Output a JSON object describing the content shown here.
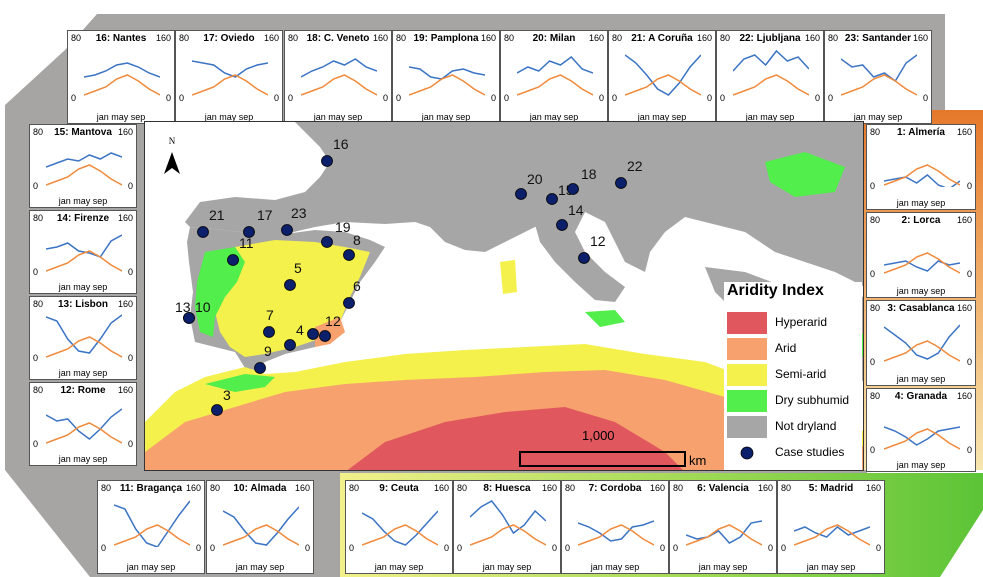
{
  "legend": {
    "title": "Aridity Index",
    "items": [
      {
        "label": "Hyperarid",
        "color": "#e0585e"
      },
      {
        "label": "Arid",
        "color": "#f7a26e"
      },
      {
        "label": "Semi-arid",
        "color": "#f4f04c"
      },
      {
        "label": "Dry subhumid",
        "color": "#52ee4c"
      },
      {
        "label": "Not dryland",
        "color": "#a6a6a6"
      },
      {
        "label": "Case studies",
        "color": "#0b1f6b"
      }
    ]
  },
  "scale": {
    "label": "1,000",
    "unit": "km"
  },
  "north": "N",
  "axis": {
    "y_left_max": "80",
    "y_right_max": "160",
    "y_min": "0",
    "x_labels": "jan may sep"
  },
  "colors": {
    "blue_line": "#3b74c4",
    "orange_line": "#f08a3c",
    "top_band": "#a7a4a4",
    "right_band": "#e6782a",
    "bottom_band": "#6cc43d"
  },
  "sites": [
    {
      "id": "1",
      "name": "1: Almería"
    },
    {
      "id": "2",
      "name": "2: Lorca"
    },
    {
      "id": "3",
      "name": "3: Casablanca"
    },
    {
      "id": "4",
      "name": "4: Granada"
    },
    {
      "id": "5",
      "name": "5: Madrid"
    },
    {
      "id": "6",
      "name": "6: Valencia"
    },
    {
      "id": "7",
      "name": "7: Cordoba"
    },
    {
      "id": "8",
      "name": "8: Huesca"
    },
    {
      "id": "9",
      "name": "9: Ceuta"
    },
    {
      "id": "10",
      "name": "10: Almada"
    },
    {
      "id": "11",
      "name": "11: Bragança"
    },
    {
      "id": "12",
      "name": "12: Rome"
    },
    {
      "id": "13",
      "name": "13: Lisbon"
    },
    {
      "id": "14",
      "name": "14: Firenze"
    },
    {
      "id": "15",
      "name": "15: Mantova"
    },
    {
      "id": "16",
      "name": "16: Nantes"
    },
    {
      "id": "17",
      "name": "17: Oviedo"
    },
    {
      "id": "18",
      "name": "18: C. Veneto"
    },
    {
      "id": "19",
      "name": "19: Pamplona"
    },
    {
      "id": "20",
      "name": "20: Milan"
    },
    {
      "id": "21",
      "name": "21: A Coruña"
    },
    {
      "id": "22",
      "name": "22: Ljubljana"
    },
    {
      "id": "23",
      "name": "23: Santander"
    }
  ]
}
